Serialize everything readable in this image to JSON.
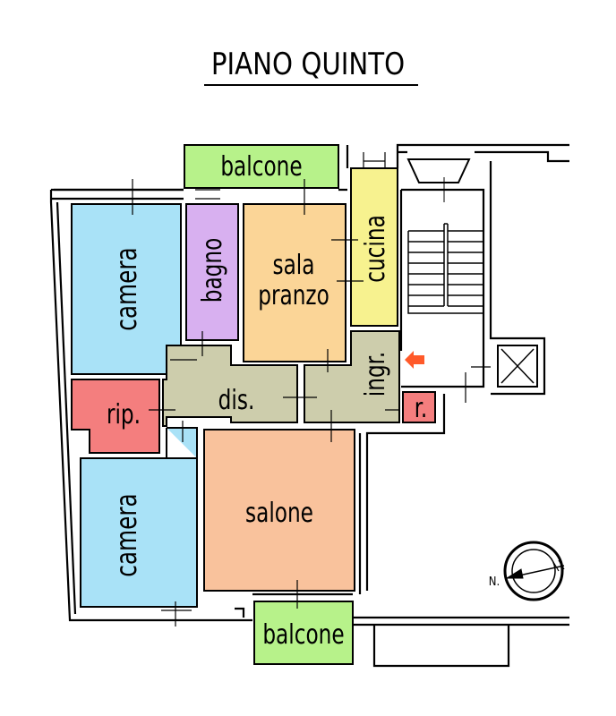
{
  "title": "PIANO QUINTO",
  "rooms": {
    "balcone_top": "balcone",
    "camera_top": "camera",
    "bagno": "bagno",
    "sala_line1": "sala",
    "sala_line2": "pranzo",
    "cucina": "cucina",
    "rip": "rip.",
    "dis": "dis.",
    "ingr": "ingr.",
    "r": "r.",
    "camera_bottom": "camera",
    "salone": "salone",
    "balcone_bottom": "balcone"
  },
  "compass_label": "N.",
  "colors": {
    "balcone": "#b7f28a",
    "camera": "#a9e2f7",
    "bagno": "#d8b0f0",
    "sala": "#fbd597",
    "cucina": "#f7f28f",
    "rip": "#f47e7e",
    "dis": "#cdcdac",
    "salone": "#f9c29c",
    "entrance_arrow": "#ff5a2a"
  }
}
